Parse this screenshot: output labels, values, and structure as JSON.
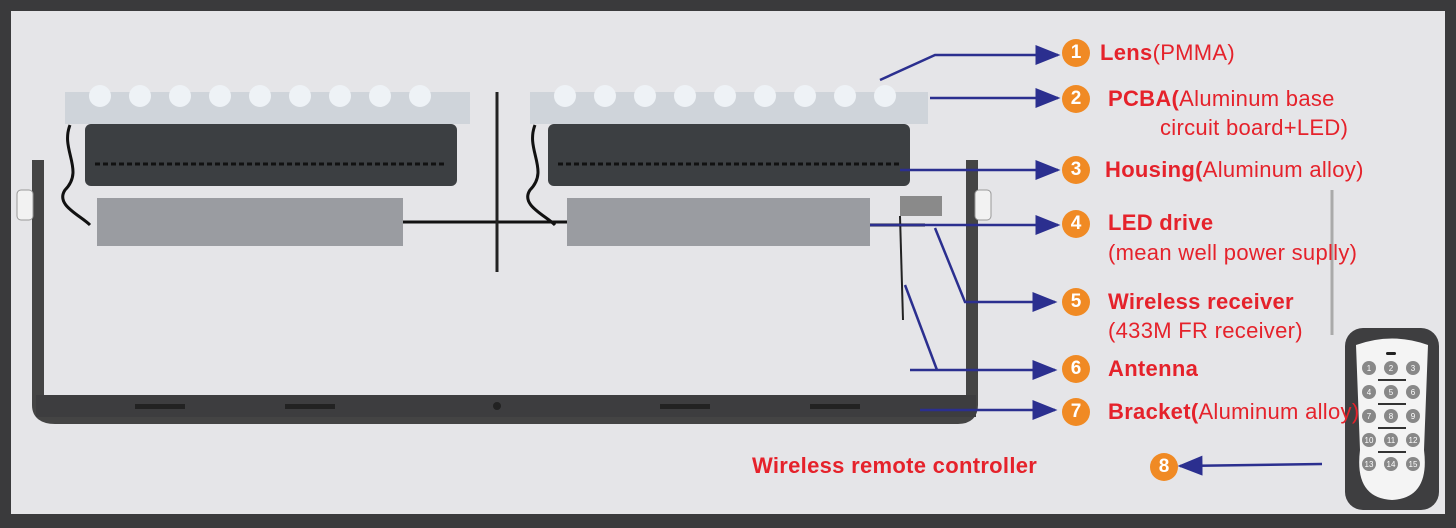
{
  "title": "Exploded component diagram of LED flood light",
  "colors": {
    "label": "#e5222b",
    "badge": "#f08a24",
    "arrow": "#2b2f8f"
  },
  "labels": [
    {
      "num": "1",
      "name": "Lens",
      "detail": "(PMMA)"
    },
    {
      "num": "2",
      "name": "PCBA(",
      "detail": "Aluminum base",
      "detail2": "circuit board+LED)"
    },
    {
      "num": "3",
      "name": "Housing(",
      "detail": "Aluminum alloy)"
    },
    {
      "num": "4",
      "name": "LED drive",
      "detail2": "(mean well power suplly)"
    },
    {
      "num": "5",
      "name": "Wireless receiver",
      "detail2": "(433M FR receiver)"
    },
    {
      "num": "6",
      "name": "Antenna"
    },
    {
      "num": "7",
      "name": "Bracket(",
      "detail": "Aluminum alloy)"
    },
    {
      "num": "8",
      "name": "Wireless remote controller"
    }
  ],
  "remote_buttons": [
    "1",
    "2",
    "3",
    "4",
    "5",
    "6",
    "7",
    "8",
    "9",
    "10",
    "11",
    "12",
    "13",
    "14",
    "15"
  ]
}
